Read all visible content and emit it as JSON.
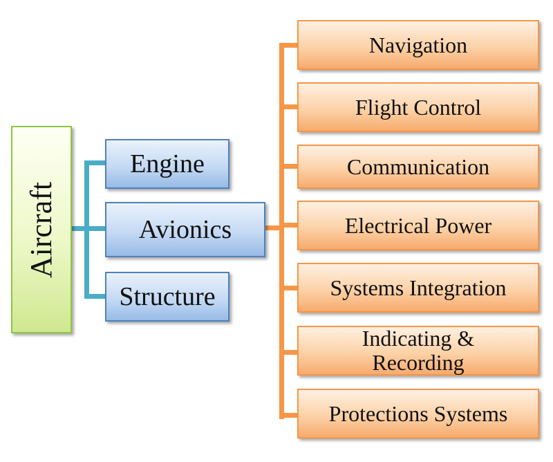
{
  "root": {
    "label": "Aircraft"
  },
  "branches": [
    {
      "label": "Engine"
    },
    {
      "label": "Avionics"
    },
    {
      "label": "Structure"
    }
  ],
  "avionics_children": [
    {
      "label": "Navigation"
    },
    {
      "label": "Flight Control"
    },
    {
      "label": "Communication"
    },
    {
      "label": "Electrical Power"
    },
    {
      "label": "Systems Integration"
    },
    {
      "label": "Indicating & Recording"
    },
    {
      "label": "Protections Systems"
    }
  ],
  "colors": {
    "root_border": "#8dc63f",
    "root_fill": "#eef8c9",
    "branch_border": "#4f81bd",
    "branch_fill": "#c5daf4",
    "leaf_border": "#f79646",
    "leaf_fill": "#fcd2a8",
    "branch_connector": "#4bacc6",
    "leaf_connector": "#f79646"
  }
}
